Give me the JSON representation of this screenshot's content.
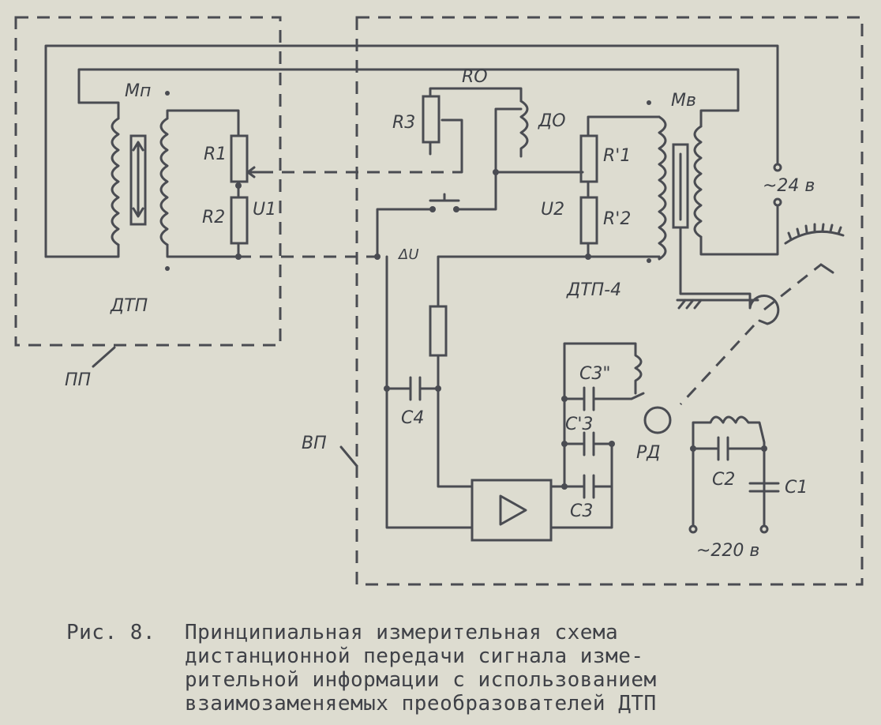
{
  "labels": {
    "mp": "Mп",
    "mv": "Mв",
    "r1": "R1",
    "r2": "R2",
    "u1": "U1",
    "u2": "U2",
    "r1p": "R'1",
    "r2p": "R'2",
    "r3": "R3",
    "ro": "RO",
    "do": "ДО",
    "dtp": "ДТП",
    "dtp4": "ДТП-4",
    "pp": "ПП",
    "vp": "ВП",
    "du": "ΔU",
    "c1": "C1",
    "c2": "C2",
    "c3": "C3",
    "c3p": "C'3",
    "c3pp": "C3\"",
    "c4": "C4",
    "rd": "РД",
    "v24": "~24 в",
    "v220": "~220 в"
  },
  "caption": {
    "number": "Рис. 8.",
    "line1": "Принципиальная измерительная схема",
    "line2": "дистанционной передачи сигнала изме-",
    "line3": "рительной информации с использованием",
    "line4": "взаимозаменяемых преобразователей ДТП"
  }
}
